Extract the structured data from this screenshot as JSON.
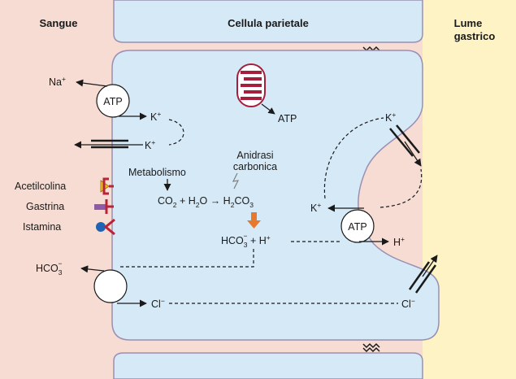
{
  "regions": {
    "blood": "Sangue",
    "cell": "Cellula parietale",
    "lumen_line1": "Lume",
    "lumen_line2": "gastrico"
  },
  "ions": {
    "na": "Na",
    "k": "K",
    "h": "H",
    "cl": "Cl",
    "hco3": "HCO",
    "plus": "+",
    "minus": "−",
    "three": "3"
  },
  "pumps": {
    "atp_basolateral": "ATP",
    "atp_apical": "ATP"
  },
  "mitochondrion_output": "ATP",
  "carbonic_anhydrase": {
    "line1": "Anidrasi",
    "line2": "carbonica"
  },
  "metabolism": "Metabolismo",
  "reaction": {
    "co": "CO",
    "two": "2",
    "plus_h": " + H",
    "o_arrow_h": "O → H",
    "co3": "CO",
    "three": "3"
  },
  "products": {
    "hco3": "HCO",
    "plus_h": " + H"
  },
  "receptors": {
    "acetylcholine": "Acetilcolina",
    "gastrin": "Gastrina",
    "histamine": "Istamina"
  },
  "colors": {
    "blood_bg": "#f6dcd2",
    "lumen_bg": "#fdf3c4",
    "cell_fill": "#d6e9f7",
    "cell_stroke": "#9a8fb2",
    "mito": "#a51f3c",
    "arrow_orange": "#e8782c",
    "receptor_red": "#b8233b",
    "receptor_yellow": "#f2c21a",
    "receptor_purple": "#8f5aa8",
    "receptor_blue": "#1f63b5"
  }
}
